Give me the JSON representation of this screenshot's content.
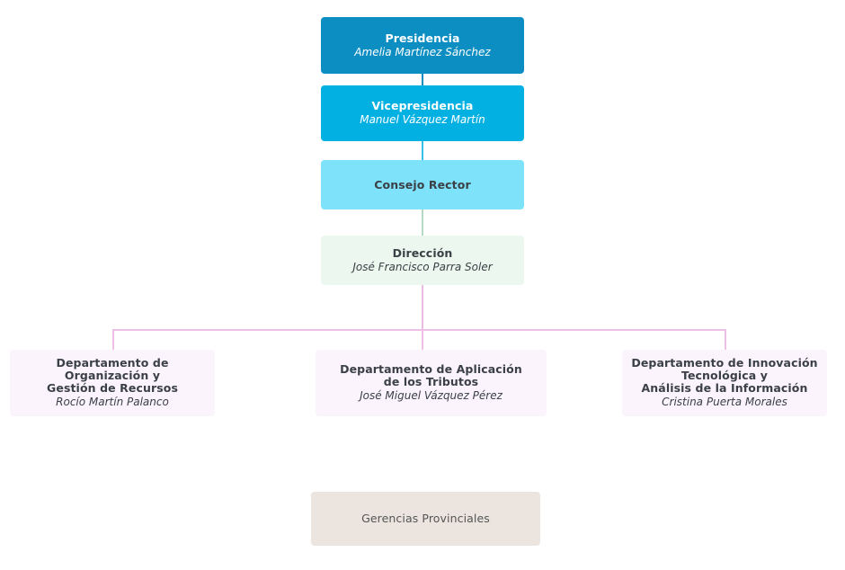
{
  "chart": {
    "type": "org-chart",
    "title": "",
    "nodes": [
      {
        "id": "presidencia",
        "title": "Presidencia",
        "person": "Amelia Martínez Sánchez",
        "level": 0,
        "color": "#0d8ec2",
        "text_color": "#ffffff"
      },
      {
        "id": "vicepresidencia",
        "title": "Vicepresidencia",
        "person": "Manuel Vázquez Martín",
        "level": 1,
        "color": "#02b0e2",
        "text_color": "#ffffff"
      },
      {
        "id": "consejo-rector",
        "title": "Consejo Rector",
        "person": "",
        "level": 2,
        "color": "#7fe2fb",
        "text_color": "#3b4046"
      },
      {
        "id": "direccion",
        "title": "Dirección",
        "person": "José Francisco Parra Soler",
        "level": 3,
        "color": "#ecf8ef",
        "text_color": "#3b4046"
      },
      {
        "id": "dep-organizacion",
        "title": "Departamento de Organización y\nGestión de Recursos",
        "person": "Rocío Martín Palanco",
        "level": 4,
        "color": "#fbf4fd",
        "text_color": "#3b4046"
      },
      {
        "id": "dep-tributos",
        "title": "Departamento de Aplicación\nde los Tributos",
        "person": "José Miguel Vázquez Pérez",
        "level": 4,
        "color": "#fbf4fd",
        "text_color": "#3b4046"
      },
      {
        "id": "dep-innovacion",
        "title": "Departamento de Innovación\nTecnológica y\nAnálisis de la Información",
        "person": "Cristina Puerta Morales",
        "level": 4,
        "color": "#fbf4fd",
        "text_color": "#3b4046"
      },
      {
        "id": "gerencias",
        "title": "Gerencias Provinciales",
        "person": "",
        "level": 5,
        "color": "#ece5df",
        "text_color": "#555555"
      }
    ],
    "edges": [
      {
        "from": "presidencia",
        "to": "vicepresidencia",
        "color": "#0d8ec2"
      },
      {
        "from": "vicepresidencia",
        "to": "consejo-rector",
        "color": "#33c3ea"
      },
      {
        "from": "consejo-rector",
        "to": "direccion",
        "color": "#b5d9c1"
      },
      {
        "from": "direccion",
        "to": "dep-organizacion",
        "color": "#eec0e6"
      },
      {
        "from": "direccion",
        "to": "dep-tributos",
        "color": "#eec0e6"
      },
      {
        "from": "direccion",
        "to": "dep-innovacion",
        "color": "#eec0e6"
      }
    ],
    "background": "#ffffff"
  },
  "nodes": {
    "presidencia": {
      "title": "Presidencia",
      "person": "Amelia Martínez Sánchez"
    },
    "vicepresidencia": {
      "title": "Vicepresidencia",
      "person": "Manuel Vázquez Martín"
    },
    "consejo": {
      "title": "Consejo Rector"
    },
    "direccion": {
      "title": "Dirección",
      "person": "José Francisco Parra Soler"
    },
    "departamentos": [
      {
        "title_lines": [
          "Departamento de Organización y",
          "Gestión de Recursos"
        ],
        "person": "Rocío Martín Palanco"
      },
      {
        "title_lines": [
          "Departamento de Aplicación",
          "de los Tributos"
        ],
        "person": "José Miguel Vázquez Pérez"
      },
      {
        "title_lines": [
          "Departamento de Innovación",
          "Tecnológica y",
          "Análisis de la Información"
        ],
        "person": "Cristina Puerta Morales"
      }
    ],
    "gerencias": {
      "title": "Gerencias Provinciales"
    }
  }
}
